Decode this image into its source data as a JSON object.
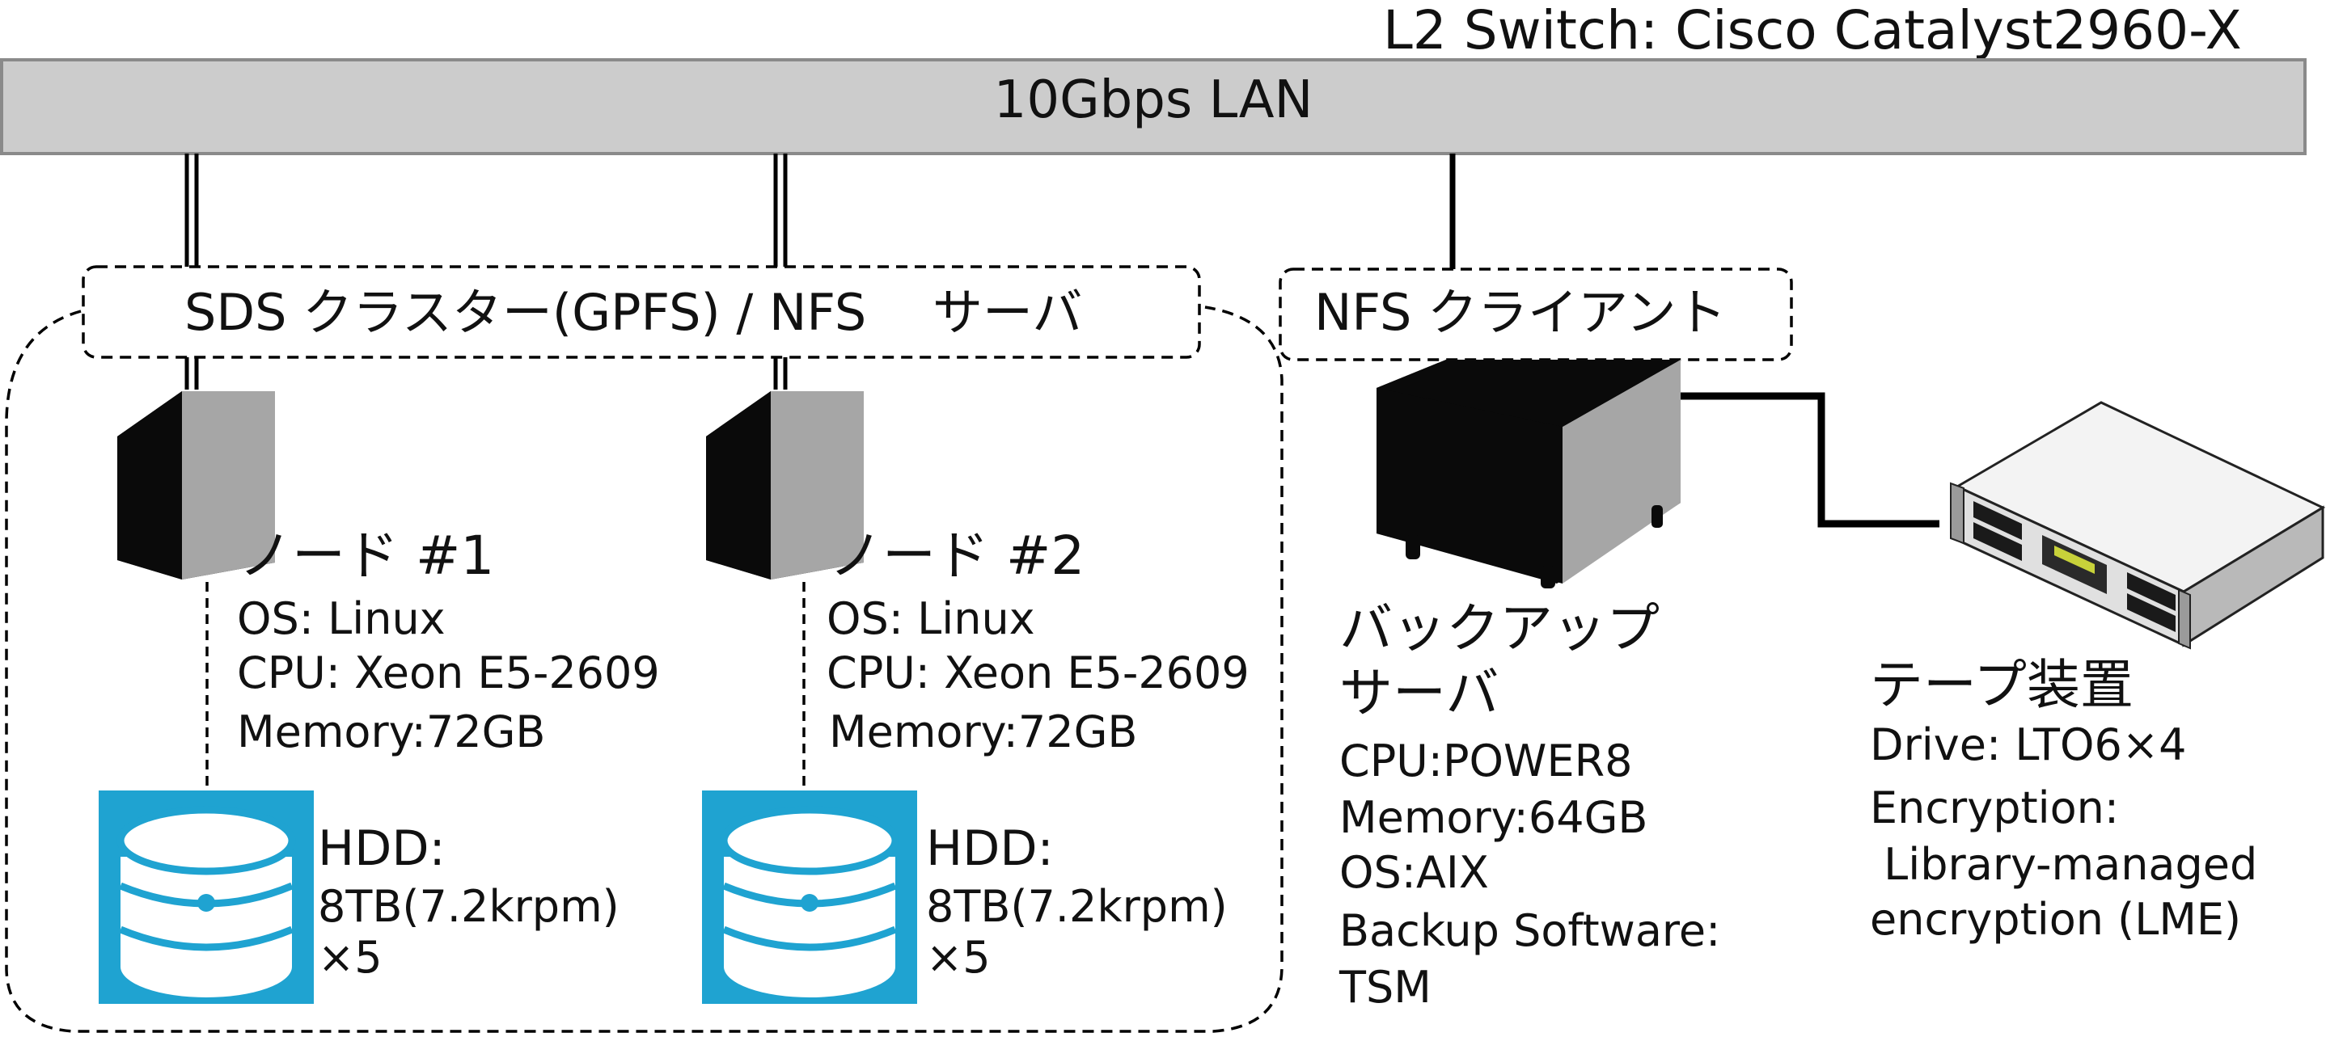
{
  "switch": {
    "title": "L2 Switch: Cisco Catalyst2960-X",
    "lan_label": "10Gbps LAN"
  },
  "cluster": {
    "label": "SDS クラスター(GPFS) / NFS　 サーバ",
    "nodes": [
      {
        "name": "ノード #1",
        "os": "OS: Linux",
        "cpu": "CPU: Xeon E5-2609",
        "memory": "Memory:72GB",
        "hdd_title": "HDD:",
        "hdd_capacity": "8TB(7.2krpm)",
        "hdd_count": "×5"
      },
      {
        "name": "ノード #2",
        "os": "OS: Linux",
        "cpu": "CPU: Xeon E5-2609",
        "memory": "Memory:72GB",
        "hdd_title": "HDD:",
        "hdd_capacity": "8TB(7.2krpm)",
        "hdd_count": "×5"
      }
    ]
  },
  "client": {
    "label": "NFS  クライアント",
    "server_name_line1": "バックアップ",
    "server_name_line2": "サーバ",
    "cpu": "CPU:POWER8",
    "memory": "Memory:64GB",
    "os": "OS:AIX",
    "software_label": "Backup Software:",
    "software_value": "TSM"
  },
  "tape": {
    "name": "テープ装置",
    "drive": "Drive: LTO6×4",
    "encryption_label": "Encryption:",
    "encryption_line1": " Library-managed",
    "encryption_line2": "encryption (LME)"
  },
  "colors": {
    "lan_bar": "#cccccc",
    "lan_border": "#8a8a8a",
    "server_front": "#0a0a0a",
    "server_side": "#a6a6a6",
    "hdd_tile": "#1fa3d1",
    "line": "#000000"
  }
}
